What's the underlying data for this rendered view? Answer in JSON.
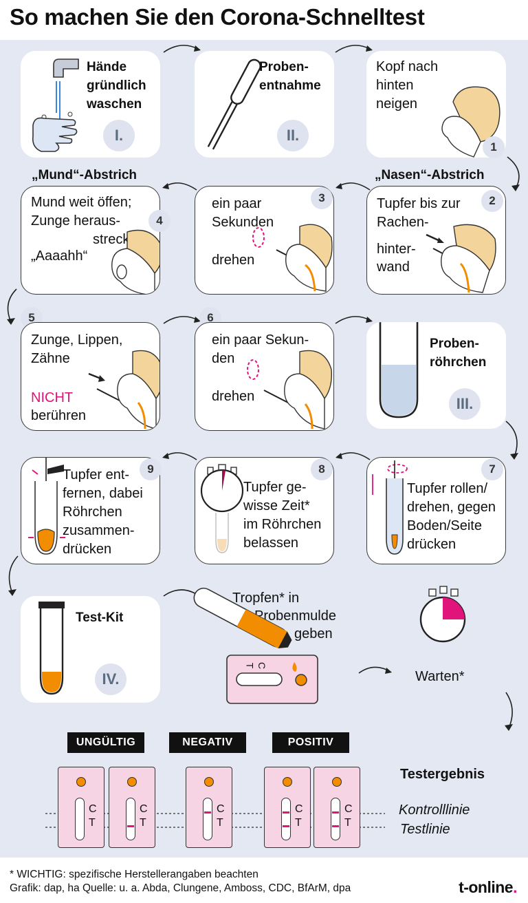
{
  "title": "So machen Sie den Corona-Schnelltest",
  "steps": {
    "wash": {
      "line1": "Hände",
      "line2": "gründlich",
      "line3": "waschen",
      "roman": "I."
    },
    "sample": {
      "line1": "Proben-",
      "line2": "entnahme",
      "roman": "II."
    },
    "head": {
      "line1": "Kopf nach",
      "line2": "hinten",
      "line3": "neigen",
      "num": "1"
    },
    "mouth_heading": "„Mund“-Abstrich",
    "nose_heading": "„Nasen“-Abstrich",
    "nose": {
      "line1": "Tupfer bis zur",
      "line2": "Rachen-",
      "line3": "hinter-",
      "line4": "wand",
      "num": "2"
    },
    "rotate1": {
      "line1": "ein paar",
      "line2": "Sekunden",
      "line3": "drehen",
      "num": "3"
    },
    "mouth": {
      "line1": "Mund weit öffen;",
      "line2": "Zunge heraus-",
      "line3": "strecken;",
      "line4": "„Aaaahh“",
      "num": "4"
    },
    "avoid": {
      "line1": "Zunge, Lippen,",
      "line2": "Zähne",
      "line3": "NICHT",
      "line4": "berühren",
      "num": "5"
    },
    "rotate2": {
      "line1": "ein paar Sekun-",
      "line2": "den",
      "line3": "drehen",
      "num": "6"
    },
    "tube": {
      "line1": "Proben-",
      "line2": "röhrchen",
      "roman": "III."
    },
    "roll": {
      "line1": "Tupfer rollen/",
      "line2": "drehen, gegen",
      "line3": "Boden/Seite",
      "line4": "drücken",
      "num": "7"
    },
    "wait_tube": {
      "line1": "Tupfer ge-",
      "line2": "wisse Zeit*",
      "line3": "im Röhrchen",
      "line4": "belassen",
      "num": "8"
    },
    "remove": {
      "line1": "Tupfer ent-",
      "line2": "fernen, dabei",
      "line3": "Röhrchen",
      "line4": "zusammen-",
      "line5": "drücken",
      "num": "9"
    },
    "kit": {
      "label": "Test-Kit",
      "roman": "IV."
    },
    "drops": {
      "line1": "Tropfen* in",
      "line2": "Probenmulde",
      "line3": "geben",
      "cassette_c": "C",
      "cassette_t": "T"
    },
    "wait": {
      "label": "Warten*"
    }
  },
  "results": {
    "badges": [
      "UNGÜLTIG",
      "NEGATIV",
      "POSITIV"
    ],
    "heading": "Testergebnis",
    "control_line": "Kontrolllinie",
    "test_line": "Testlinie",
    "c": "C",
    "t": "T"
  },
  "footer": {
    "note": "* WICHTIG: spezifische Herstellerangaben beachten",
    "credit": "Grafik: dap, ha   Quelle: u. a. Abda, Clungene, Amboss, CDC, BfArM, dpa",
    "brand": "t-online",
    "brand_dot": "."
  },
  "colors": {
    "background": "#e4e8f2",
    "accent": "#e0147a",
    "orange": "#f28c00",
    "hair": "#f3d49a",
    "tube_liquid": "#c8d6ea"
  }
}
